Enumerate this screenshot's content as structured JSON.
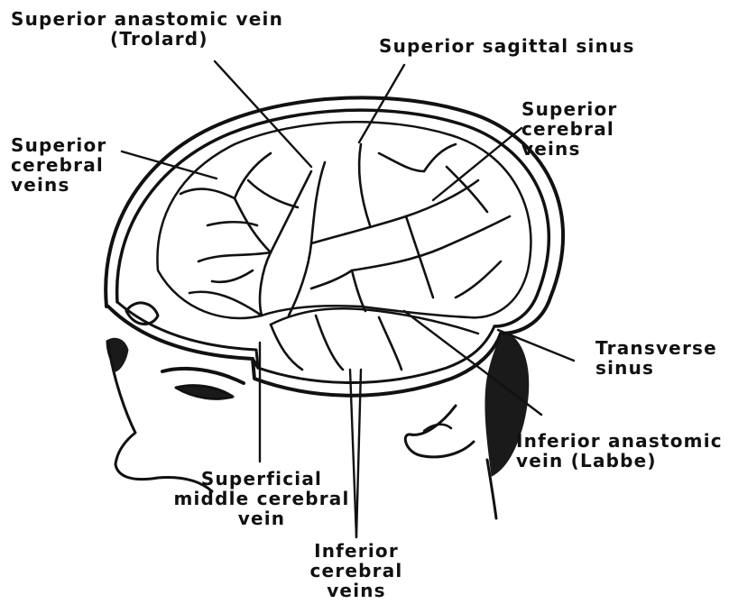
{
  "labels": {
    "superior_anastomotic": {
      "line1": "Superior anastomic vein",
      "line2": "(Trolard)"
    },
    "superior_sagittal": {
      "line1": "Superior sagittal sinus"
    },
    "superior_cerebral_left": {
      "line1": "Superior",
      "line2": "cerebral",
      "line3": "veins"
    },
    "superior_cerebral_right": {
      "line1": "Superior",
      "line2": "cerebral",
      "line3": "veins"
    },
    "transverse_sinus": {
      "line1": "Transverse",
      "line2": "sinus"
    },
    "inferior_anastomotic": {
      "line1": "Inferior anastomic",
      "line2": "vein (Labbe)"
    },
    "superficial_middle": {
      "line1": "Superficial",
      "line2": "middle cerebral",
      "line3": "vein"
    },
    "inferior_cerebral": {
      "line1": "Inferior",
      "line2": "cerebral",
      "line3": "veins"
    }
  },
  "colors": {
    "ink": "#111111",
    "hair": "#1a1a1a",
    "paper": "#ffffff"
  }
}
